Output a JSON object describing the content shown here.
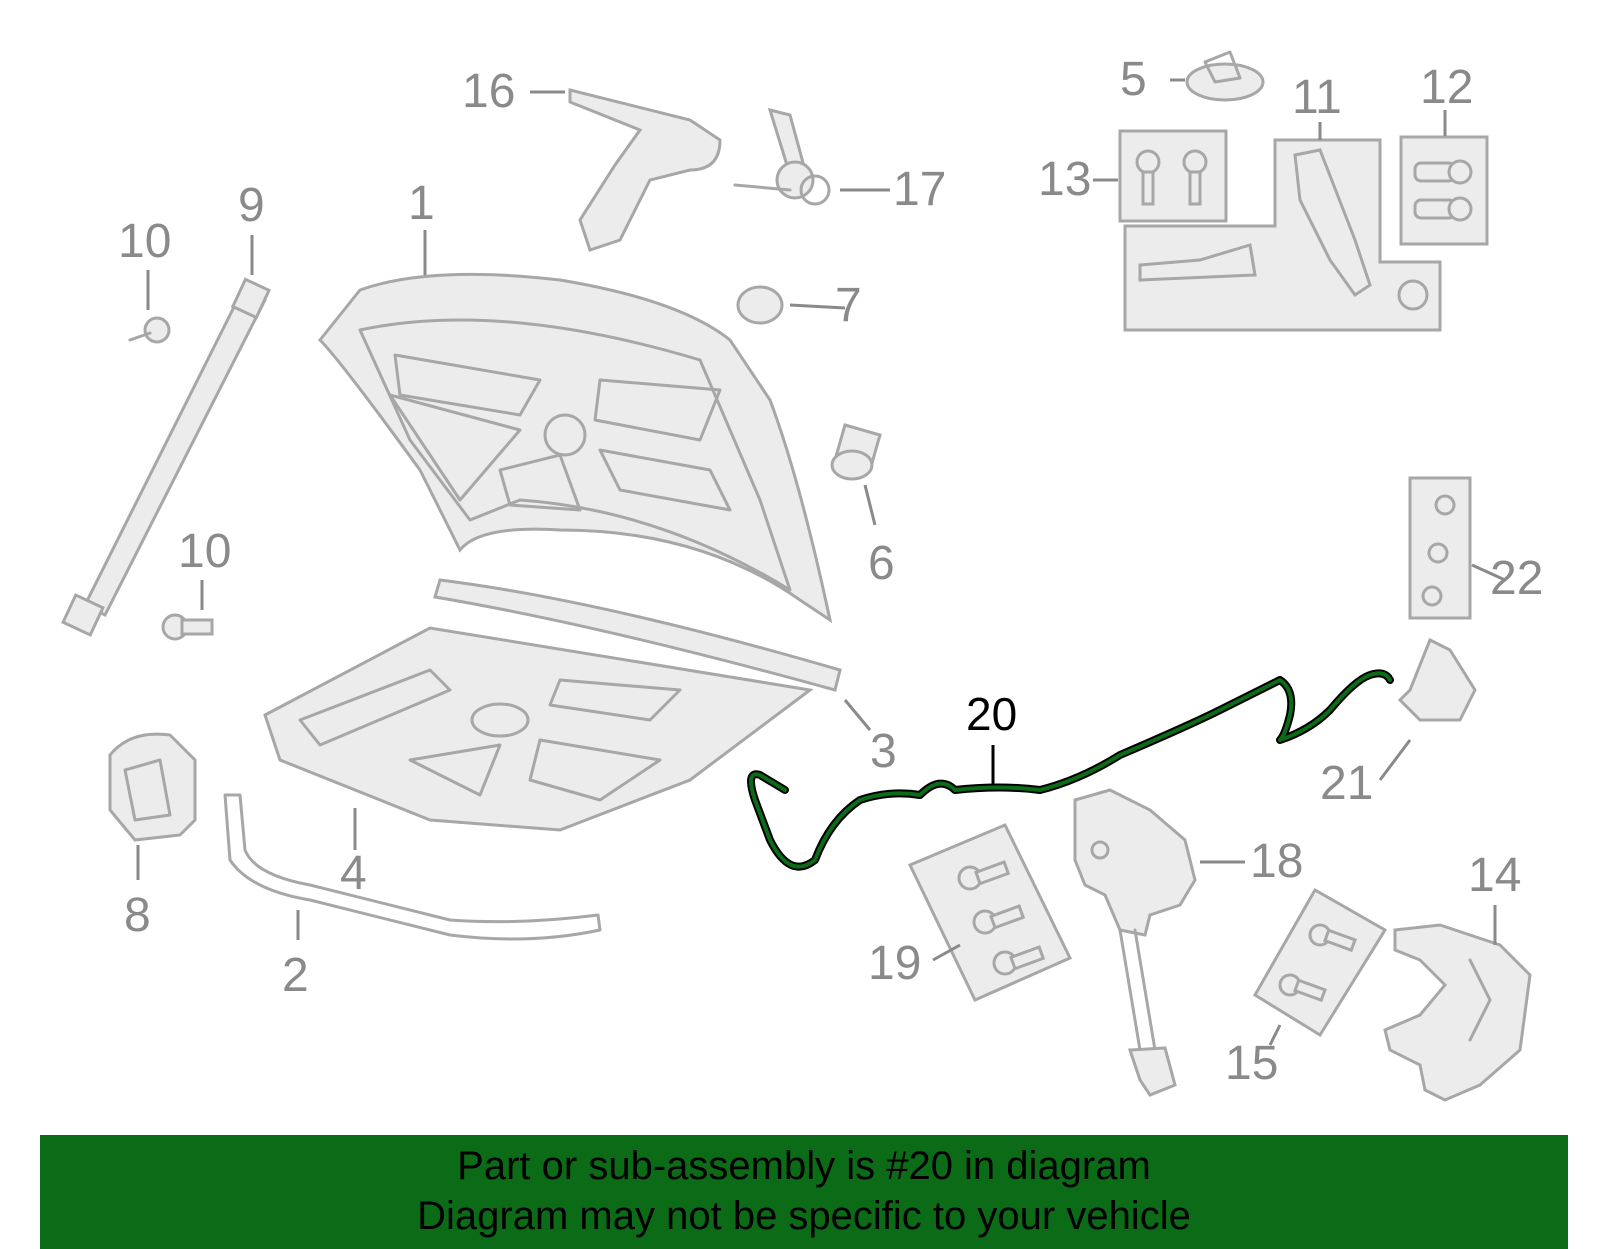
{
  "diagram": {
    "callouts": [
      {
        "id": "1",
        "label": "1"
      },
      {
        "id": "2",
        "label": "2"
      },
      {
        "id": "3",
        "label": "3"
      },
      {
        "id": "4",
        "label": "4"
      },
      {
        "id": "5",
        "label": "5"
      },
      {
        "id": "6",
        "label": "6"
      },
      {
        "id": "7",
        "label": "7"
      },
      {
        "id": "8",
        "label": "8"
      },
      {
        "id": "9",
        "label": "9"
      },
      {
        "id": "10a",
        "label": "10"
      },
      {
        "id": "10b",
        "label": "10"
      },
      {
        "id": "11",
        "label": "11"
      },
      {
        "id": "12",
        "label": "12"
      },
      {
        "id": "13",
        "label": "13"
      },
      {
        "id": "14",
        "label": "14"
      },
      {
        "id": "15",
        "label": "15"
      },
      {
        "id": "16",
        "label": "16"
      },
      {
        "id": "17",
        "label": "17"
      },
      {
        "id": "18",
        "label": "18"
      },
      {
        "id": "19",
        "label": "19"
      },
      {
        "id": "20",
        "label": "20"
      },
      {
        "id": "21",
        "label": "21"
      },
      {
        "id": "22",
        "label": "22"
      }
    ],
    "highlighted_part": "20",
    "colors": {
      "part_stroke": "#a7a7a7",
      "label_gray": "#8a8a8a",
      "highlight_cable": "#0c6b16",
      "banner_bg": "#0c6b16"
    }
  },
  "banner": {
    "line1": "Part or sub-assembly is #20 in diagram",
    "line2": "Diagram may not be specific to your vehicle"
  }
}
